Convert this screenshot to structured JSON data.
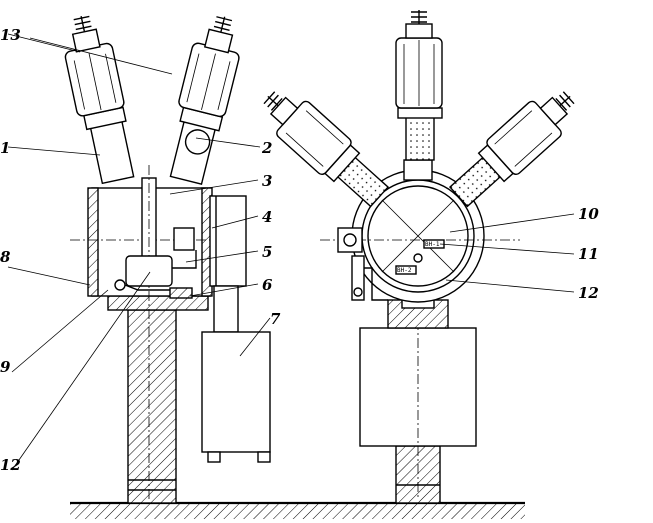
{
  "callouts": {
    "n1": "1",
    "n2": "2",
    "n3": "3",
    "n4": "4",
    "n5": "5",
    "n6": "6",
    "n7": "7",
    "n8": "8",
    "n9": "9",
    "n10": "10",
    "n11": "11",
    "n12": "12",
    "n13": "13"
  },
  "plates": {
    "plate_a": "ВН-1",
    "plate_b": "ВН-2"
  }
}
